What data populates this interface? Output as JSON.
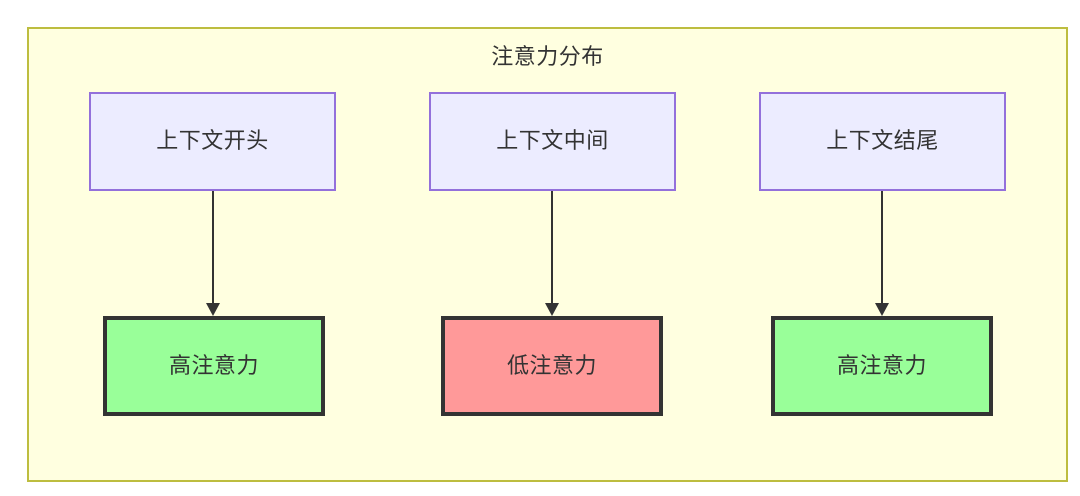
{
  "diagram": {
    "title": "注意力分布",
    "colors": {
      "container_fill": "#ffffe0",
      "container_border": "#bdbd3f",
      "top_node_fill": "#ececff",
      "top_node_border": "#9370db",
      "high_attention_fill": "#99ff99",
      "low_attention_fill": "#ff9999",
      "node_border_dark": "#333333",
      "edge_color": "#333333",
      "text_color": "#333333"
    },
    "columns": [
      {
        "source": {
          "label": "上下文开头"
        },
        "target": {
          "label": "高注意力",
          "level": "high"
        }
      },
      {
        "source": {
          "label": "上下文中间"
        },
        "target": {
          "label": "低注意力",
          "level": "low"
        }
      },
      {
        "source": {
          "label": "上下文结尾"
        },
        "target": {
          "label": "高注意力",
          "level": "high"
        }
      }
    ],
    "edges": [
      {
        "from": "上下文开头",
        "to": "高注意力"
      },
      {
        "from": "上下文中间",
        "to": "低注意力"
      },
      {
        "from": "上下文结尾",
        "to": "高注意力"
      }
    ]
  }
}
